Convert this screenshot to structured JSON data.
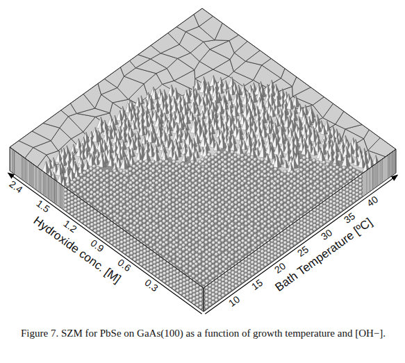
{
  "diagram": {
    "caption": "Figure 7. SZM for PbSe on GaAs(100) as a function of growth temperature and [OH−].",
    "labels": [
      "2.4",
      "1.5",
      "1.2",
      "0.9",
      "0.6",
      "0.3",
      "Hydroxide conc. [M]",
      "10",
      "15",
      "20",
      "25",
      "30",
      "35",
      "40",
      "Bath Temperature [ºC]"
    ]
  }
}
